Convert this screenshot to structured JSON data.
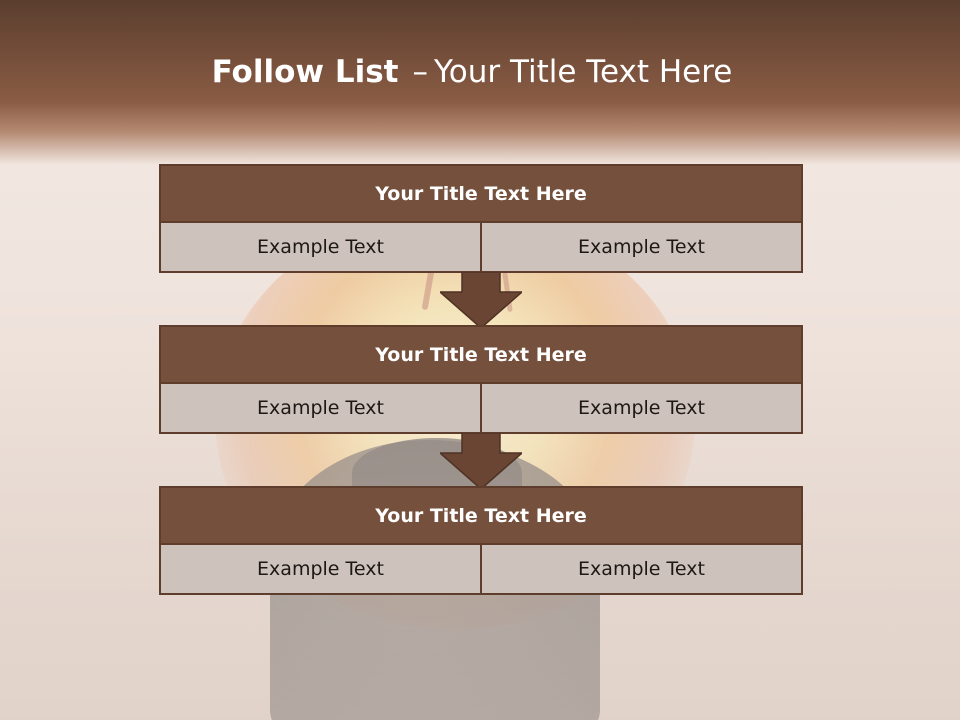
{
  "slide": {
    "title_bold": "Follow List",
    "title_separator": "–",
    "title_rest": "Your Title Text Here"
  },
  "blocks": [
    {
      "title": "Your Title Text Here",
      "cells": [
        "Example Text",
        "Example Text"
      ]
    },
    {
      "title": "Your Title Text Here",
      "cells": [
        "Example Text",
        "Example Text"
      ]
    },
    {
      "title": "Your Title Text Here",
      "cells": [
        "Example Text",
        "Example Text"
      ]
    }
  ],
  "colors": {
    "header_brown": "#6e4a37",
    "box_title": "#74503d",
    "box_border": "#5e3d2c",
    "cell_fill": "#cdc2bc",
    "arrow": "#6a4533"
  }
}
